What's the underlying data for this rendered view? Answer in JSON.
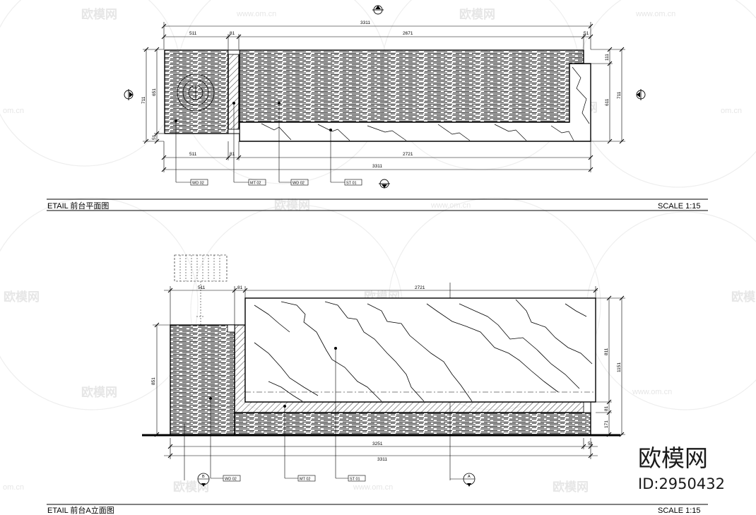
{
  "plan": {
    "title": "ETAIL  前台平面图",
    "scale": "SCALE 1:15",
    "dims_top": [
      "511",
      "81",
      "2671",
      "51"
    ],
    "dim_total_top": "3311",
    "dims_bottom": [
      "511",
      "81",
      "2721"
    ],
    "dim_total_bottom": "3311",
    "dims_left": [
      "711",
      "651",
      "51"
    ],
    "dims_right": [
      "111",
      "611",
      "711"
    ],
    "tags": [
      "WD 02",
      "MT 02",
      "WD 02",
      "ST 01"
    ]
  },
  "elevation": {
    "title": "ETAIL  前台A立面图",
    "scale": "SCALE 1:15",
    "dims_top": [
      "511",
      "81",
      "2721"
    ],
    "dim_left": "851",
    "dims_right": [
      "811",
      "1151",
      "81",
      "171"
    ],
    "dim_bottom_inner": "3251",
    "dim_bottom_right": "51",
    "dim_total": "3311",
    "tags": [
      "WD 02",
      "MT 02",
      "ST 01"
    ],
    "callout_top": "B",
    "callout_right": "A"
  },
  "watermark": {
    "brand": "欧模网",
    "id": "ID:2950432",
    "url": "www.om.cn",
    "url_short": "om.cn"
  }
}
